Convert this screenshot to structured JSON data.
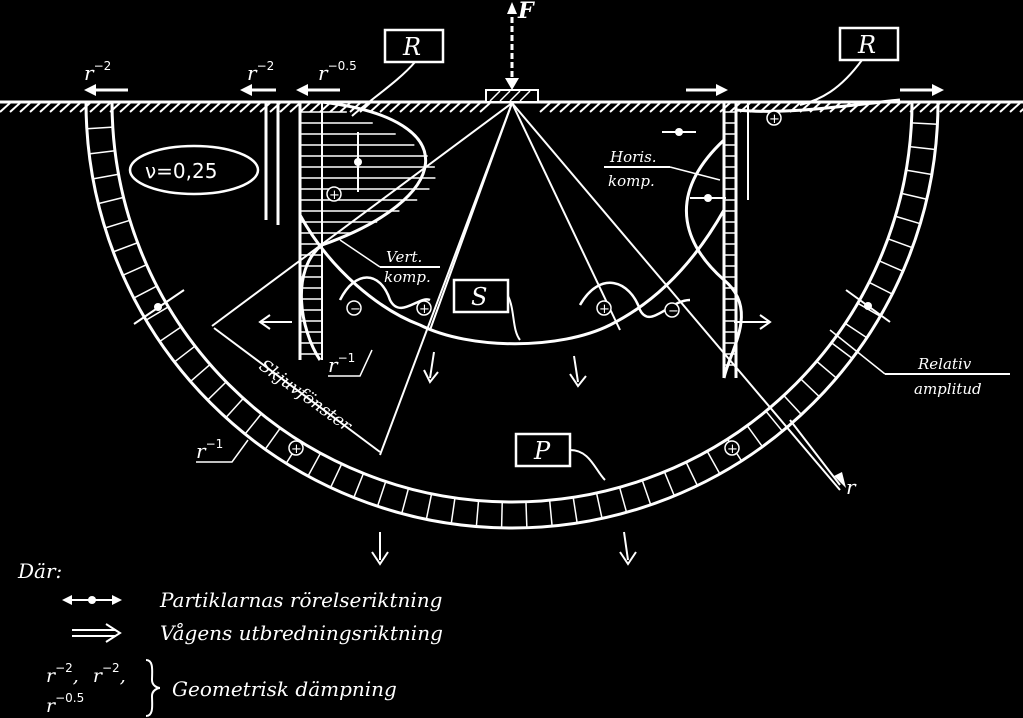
{
  "force_label": "F",
  "r_box_left": "R",
  "r_box_right": "R",
  "s_box": "S",
  "p_box": "P",
  "poisson": "ν=0,25",
  "vert_line1": "Vert.",
  "vert_line2": "komp.",
  "horis_line1": "Horis.",
  "horis_line2": "komp.",
  "relativ_line1": "Relativ",
  "relativ_line2": "amplitud",
  "shear_window": "Skjuvfönster",
  "r_base": "r",
  "exp_m2": "−2",
  "exp_m05": "−0.5",
  "exp_m1": "−1",
  "plus": "+",
  "minus": "−",
  "legend": {
    "title": "Där:",
    "particle": "Partiklarnas rörelseriktning",
    "wave": "Vågens utbredningsriktning",
    "geom_r1": "r",
    "geom_e1": "−2",
    "geom_comma1": ",",
    "geom_r2": "r",
    "geom_e2": "−2",
    "geom_comma2": ",",
    "geom_r3": "r",
    "geom_e3": "−0.5",
    "geom": "Geometrisk dämpning"
  }
}
